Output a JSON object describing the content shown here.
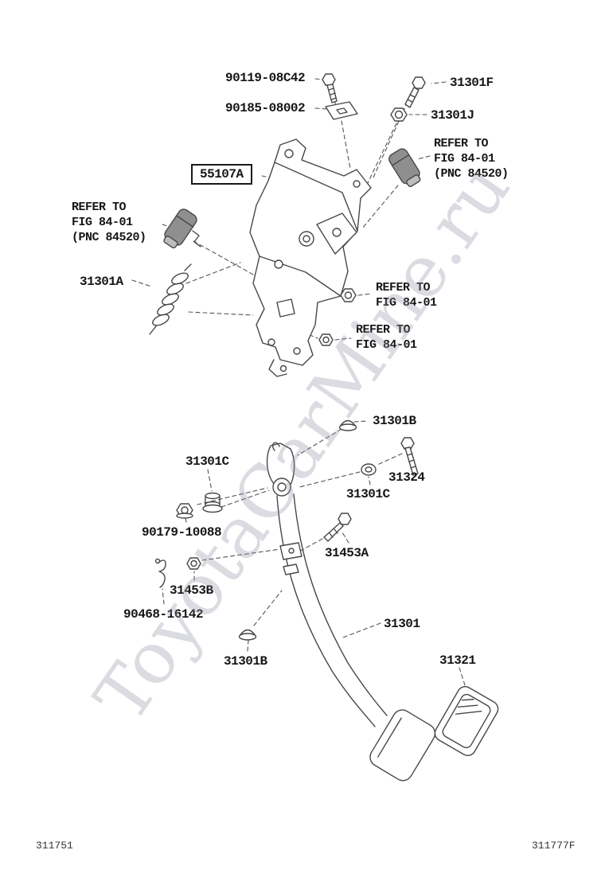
{
  "watermark": {
    "text": "ToyotaCarMine.ru"
  },
  "footer": {
    "left_code": "311751",
    "right_code": "311777F"
  },
  "labels": {
    "bolt_top": "90119-08C42",
    "plate_top": "90185-08002",
    "bolt_right": "31301F",
    "nut_right": "31301J",
    "bracket": "55107A",
    "spring": "31301A",
    "cap_upper": "31301B",
    "bushing_left": "31301C",
    "bolt_31324": "31324",
    "bushing_right": "31301C",
    "nut_90179": "90179-10088",
    "bolt_31453a": "31453A",
    "nut_31453b": "31453B",
    "clip_90468": "90468-16142",
    "cap_lower": "31301B",
    "pedal": "31301",
    "pad": "31321"
  },
  "notes": {
    "refer_right": {
      "l1": "REFER TO",
      "l2": "FIG 84-01",
      "l3": "(PNC 84520)"
    },
    "refer_left": {
      "l1": "REFER TO",
      "l2": "FIG 84-01",
      "l3": "(PNC 84520)"
    },
    "refer_mid": {
      "l1": "REFER TO",
      "l2": "FIG 84-01"
    },
    "refer_low": {
      "l1": "REFER TO",
      "l2": "FIG 84-01"
    }
  }
}
